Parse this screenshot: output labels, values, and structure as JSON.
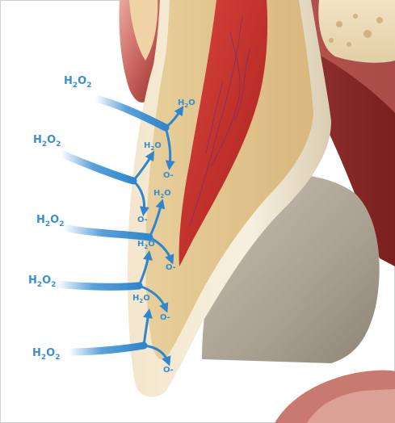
{
  "diagram": {
    "accent_color": "#3a8fd3",
    "incoming": [
      {
        "base": "H",
        "sub": "2",
        "mid": "O",
        "sub2": "2"
      },
      {
        "base": "H",
        "sub": "2",
        "mid": "O",
        "sub2": "2"
      },
      {
        "base": "H",
        "sub": "2",
        "mid": "O",
        "sub2": "2"
      },
      {
        "base": "H",
        "sub": "2",
        "mid": "O",
        "sub2": "2"
      },
      {
        "base": "H",
        "sub": "2",
        "mid": "O",
        "sub2": "2"
      }
    ],
    "water": [
      {
        "base": "H",
        "sub": "2",
        "mid": "O"
      },
      {
        "base": "H",
        "sub": "2",
        "mid": "O"
      },
      {
        "base": "H",
        "sub": "2",
        "mid": "O"
      },
      {
        "base": "H",
        "sub": "2",
        "mid": "O"
      },
      {
        "base": "H",
        "sub": "2",
        "mid": "O"
      }
    ],
    "radicals": [
      "O-",
      "O-",
      "O-",
      "O-",
      "O-"
    ]
  }
}
